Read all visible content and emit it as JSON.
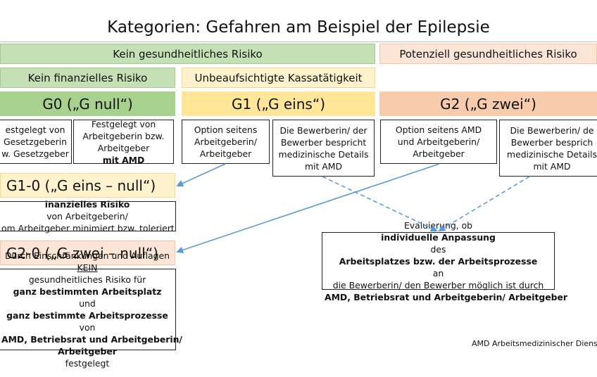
{
  "title": "Kategorien: Gefahren am Beispiel der Epilepsie",
  "header": {
    "no_health_risk": "Kein gesundheitliches Risiko",
    "potential_health_risk": "Potenziell gesundheitliches Risiko",
    "no_financial_risk": "Kein finanzielles Risiko",
    "unsupervised_cash": "Unbeaufsichtigte Kassatätigkeit"
  },
  "categories": {
    "g0": "G0 („G null“)",
    "g1": "G1 („G eins“)",
    "g2": "G2 („G zwei“)",
    "g1_0": "G1-0 („G eins – null“)",
    "g2_0": "G2-0 („G zwei – null“)"
  },
  "boxes": {
    "g0_left": [
      "estgelegt von",
      "Gesetzgeberin",
      "w. Gesetzgeber"
    ],
    "g0_right": [
      "Festgelegt von",
      "Arbeitgeberin bzw.",
      "Arbeitgeber ",
      "mit AMD"
    ],
    "g1_left": [
      "Option seitens",
      "Arbeitgeberin/",
      "Arbeitgeber"
    ],
    "g1_right": [
      "Die Bewerberin/ der",
      "Bewerber bespricht",
      "medizinische Details",
      "mit AMD"
    ],
    "g2_left": [
      "Option seitens AMD",
      "und Arbeitgeberin/",
      "Arbeitgeber"
    ],
    "g2_right": [
      "Die Bewerberin/ de",
      "Bewerber besprich",
      "medizinische Details",
      "mit AMD"
    ],
    "g1_0_desc": [
      "inanzielles Risiko",
      " von Arbeitgeberin/",
      "om Arbeitgeber minimiert bzw. toleriert"
    ],
    "g2_0_desc": [
      "Durch Einschränkungen und Auflagen",
      "KEIN",
      " gesundheitliches Risiko für",
      "ganz bestimmten Arbeitsplatz",
      " und",
      "ganz bestimmte Arbeitsprozesse",
      " von",
      "AMD, Betriebsrat und Arbeitgeberin/",
      "Arbeitgeber",
      " festgelegt"
    ],
    "evaluation": [
      "Evaluierung, ob ",
      "individuelle Anpassung",
      " des",
      "Arbeitsplatzes bzw. der Arbeitsprozesse",
      " an",
      "die Bewerberin/ den Bewerber möglich ist durch",
      "AMD, Betriebsrat und Arbeitgeberin/ Arbeitgeber"
    ]
  },
  "footnote": "AMD Arbeitsmedizinischer Diens",
  "colors": {
    "green": "#a9d18e",
    "light_green": "#c5e0b4",
    "yellow": "#ffe699",
    "light_yellow": "#fff2cc",
    "salmon": "#f8cbad",
    "light_salmon": "#fbe5d6",
    "arrow_blue": "#5b9bd5"
  }
}
